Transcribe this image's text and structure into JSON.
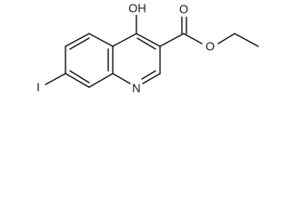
{
  "molecule": {
    "labels": {
      "hydroxyl": "OH",
      "ester_carbonyl_oxygen": "O",
      "ester_ether_oxygen": "O",
      "ring_nitrogen": "N",
      "iodine": "I"
    },
    "colors": {
      "line": "#1a1a1a",
      "background": "#ffffff"
    }
  }
}
